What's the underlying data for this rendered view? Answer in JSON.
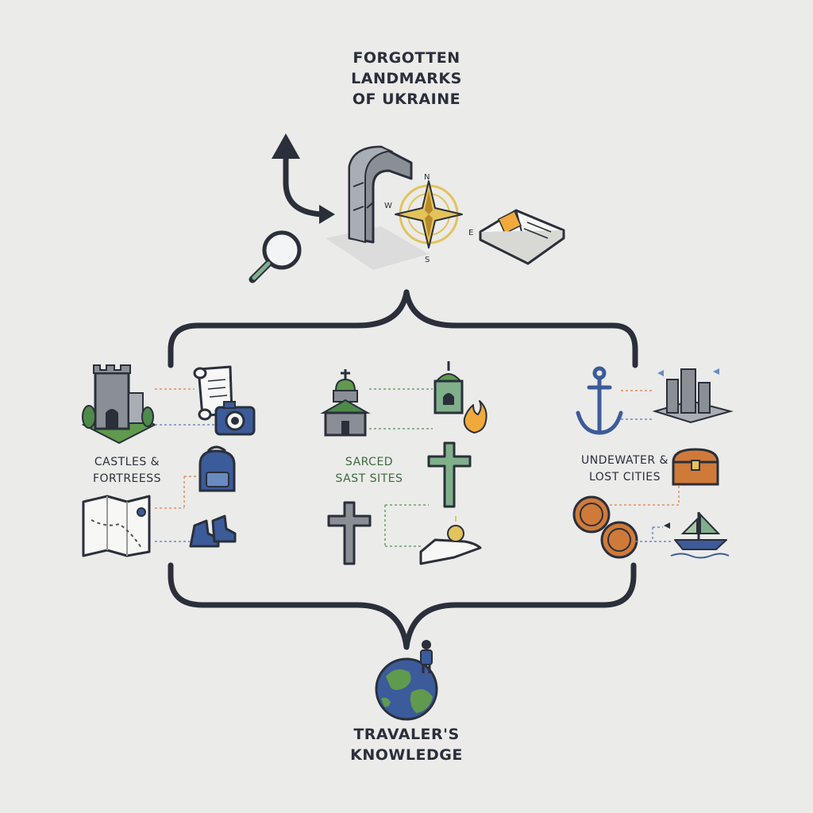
{
  "diagram": {
    "title_lines": [
      "FORGOTTEN",
      "LANDMARKS",
      "OF UKRAINE"
    ],
    "compass": {
      "n": "N",
      "s": "S",
      "e": "E",
      "w": "W"
    },
    "categories": [
      {
        "lines": [
          "CASTLES &",
          "FORTREESS"
        ]
      },
      {
        "lines": [
          "SARCED",
          "SAST SITES"
        ]
      },
      {
        "lines": [
          "UNDEWATER &",
          "LOST CITIES"
        ]
      }
    ],
    "footer_lines": [
      "TRAVALER'S",
      "KNOWLEDGE"
    ]
  },
  "colors": {
    "background": "#ebebea",
    "outline": "#2a2f3a",
    "stone": "#8a8f96",
    "compass_gold": "#e3c35a",
    "green": "#4e8a4a",
    "navy": "#3b5b9a",
    "orange": "#d07a3a",
    "connector_orange": "#e0905a",
    "connector_blue": "#6a8ac0",
    "connector_green": "#6aa066"
  }
}
